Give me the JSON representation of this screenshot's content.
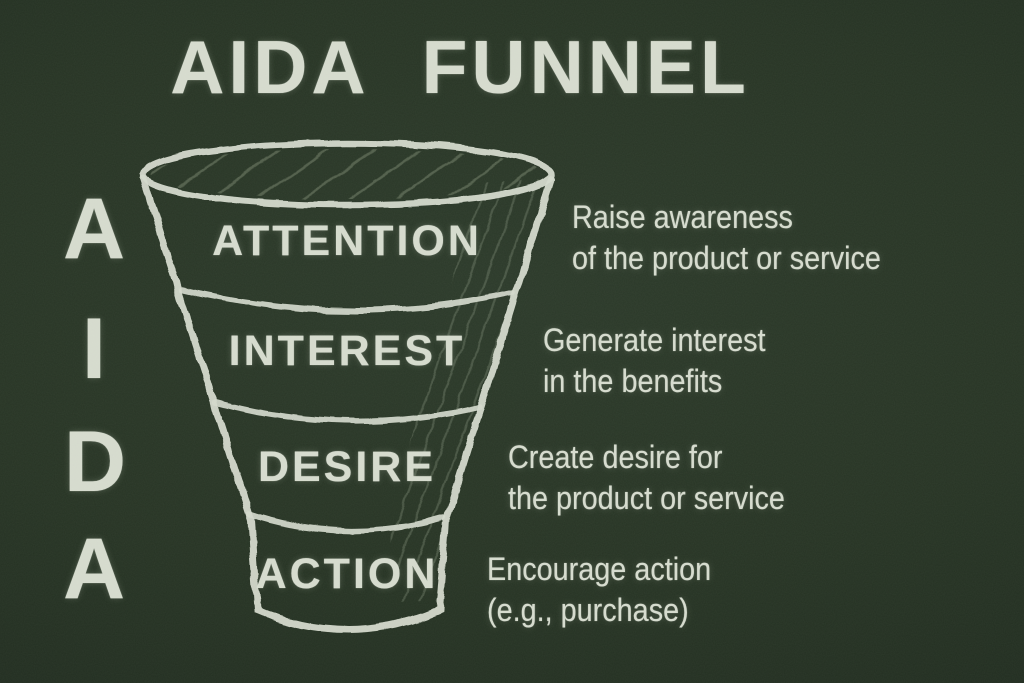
{
  "title": "AIDA FUNNEL",
  "acronym": [
    "A",
    "I",
    "D",
    "A"
  ],
  "stages": [
    {
      "label": "ATTENTION",
      "desc1": "Raise awareness",
      "desc2": "of the product or service"
    },
    {
      "label": "INTEREST",
      "desc1": "Generate interest",
      "desc2": "in the benefits"
    },
    {
      "label": "DESIRE",
      "desc1": "Create desire for",
      "desc2": "the product or service"
    },
    {
      "label": "ACTION",
      "desc1": "Encourage action",
      "desc2": "(e.g., purchase)"
    }
  ],
  "colors": {
    "background": "#273424",
    "chalk": "#d6dbce",
    "hatch": "#839077"
  }
}
